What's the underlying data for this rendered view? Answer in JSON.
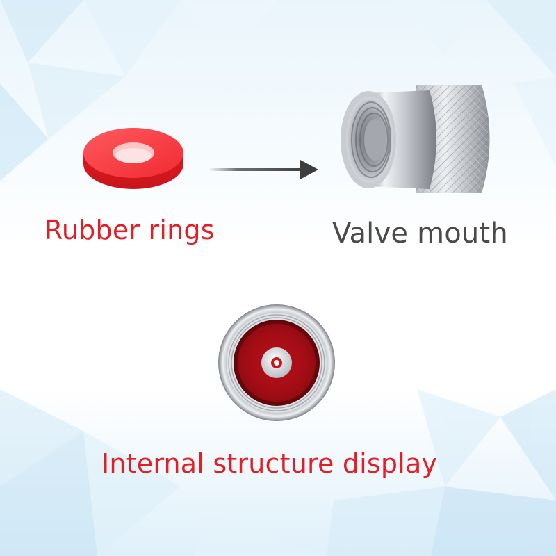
{
  "labels": {
    "rubber_rings": "Rubber rings",
    "valve_mouth": "Valve mouth",
    "internal_structure": "Internal structure display"
  },
  "colors": {
    "accent_red": "#e31f26",
    "text_gray": "#4a4a4a",
    "rubber_red": "#f2333a",
    "metal_light": "#eef0f3",
    "metal_dark": "#7d8187",
    "bg_tint": "#d6ecf7"
  },
  "icons": [
    "rubber-ring-image",
    "arrow-icon",
    "valve-cap-image",
    "internal-structure-image"
  ]
}
